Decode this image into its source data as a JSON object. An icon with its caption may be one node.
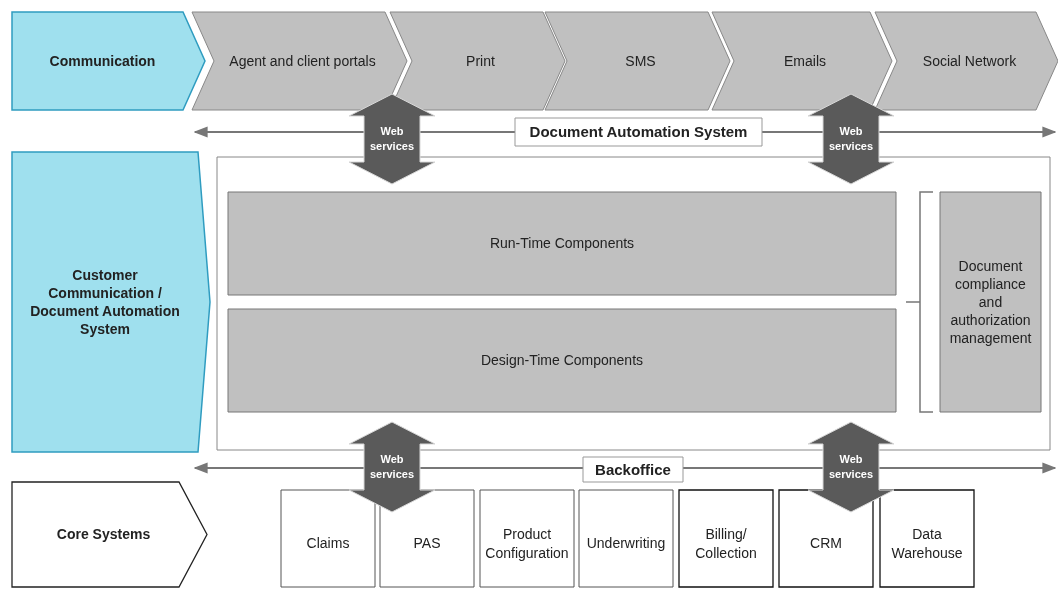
{
  "diagram": {
    "nodes": [
      {
        "text": [
          "Communication"
        ]
      },
      {
        "text": [
          "Agent and client portals"
        ]
      },
      {
        "text": [
          "Print"
        ]
      },
      {
        "text": [
          "SMS"
        ]
      },
      {
        "text": [
          "Emails"
        ]
      },
      {
        "text": [
          "Social Network"
        ]
      },
      {
        "text": [
          "Web services"
        ]
      },
      {
        "text": [
          "Document Automation System"
        ]
      },
      {
        "text": [
          "Web services"
        ]
      },
      {
        "text": [
          "Customer Communication / Document Automation System"
        ]
      },
      {
        "text": [],
        "shape": "box"
      },
      {
        "text": [
          "Run-Time Components"
        ],
        "in": 10
      },
      {
        "text": [
          "Design-Time Components"
        ],
        "in": 10
      },
      {
        "text": [
          "Document compliance and authorization management"
        ],
        "in": 10
      },
      {
        "text": [
          "Web services"
        ]
      },
      {
        "text": [
          "Backoffice"
        ]
      },
      {
        "text": [
          "Web services"
        ]
      },
      {
        "text": [
          "Core Systems"
        ]
      },
      {
        "text": [
          "Claims"
        ]
      },
      {
        "text": [
          "PAS"
        ]
      },
      {
        "text": [
          "Product Configuration"
        ]
      },
      {
        "text": [
          "Underwriting"
        ]
      },
      {
        "text": [
          "Billing/ Collection"
        ]
      },
      {
        "text": [
          "CRM"
        ]
      },
      {
        "text": [
          "Data Warehouse"
        ]
      }
    ]
  }
}
